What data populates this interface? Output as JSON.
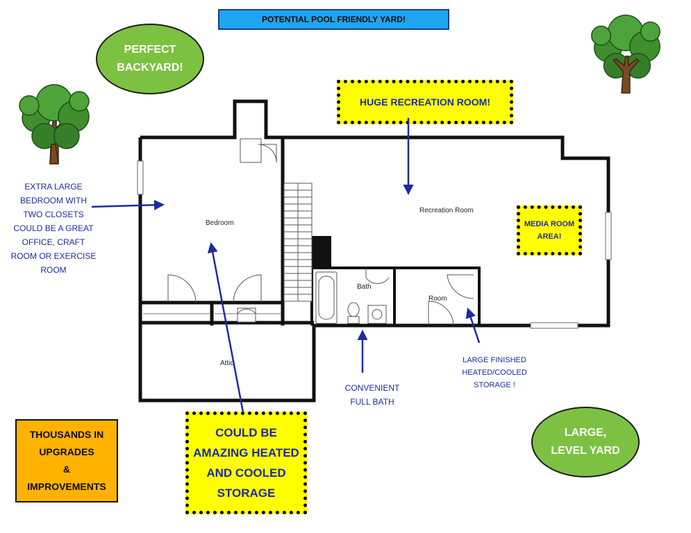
{
  "banner": {
    "text": "POTENTIAL POOL FRIENDLY YARD!"
  },
  "callouts": {
    "perfect_backyard": "PERFECT\nBACKYARD!",
    "huge_rec_room": "HUGE RECREATION ROOM!",
    "media_room": "MEDIA ROOM\nAREA!",
    "extra_bedroom": "EXTRA LARGE\nBEDROOM WITH\nTWO CLOSETS\nCOULD BE A GREAT\nOFFICE, CRAFT\nROOM OR EXERCISE\nROOM",
    "convenient_bath": "CONVENIENT\nFULL BATH",
    "finished_storage": "LARGE FINISHED\nHEATED/COOLED\nSTORAGE !",
    "amazing_storage": "COULD BE\nAMAZING HEATED\nAND COOLED\nSTORAGE",
    "thousands_upgrades": "THOUSANDS IN\nUPGRADES\n&\nIMPROVEMENTS",
    "large_yard": "LARGE,\nLEVEL YARD"
  },
  "rooms": {
    "bedroom": "Bedroom",
    "recreation": "Recreation Room",
    "bath": "Bath",
    "room": "Room",
    "attic": "Attic"
  },
  "colors": {
    "banner": "#1ea5f0",
    "ellipse": "#7dc142",
    "callout_yellow": "#ffff00",
    "callout_orange": "#ffb300",
    "arrow_blue": "#1e2aa0"
  }
}
